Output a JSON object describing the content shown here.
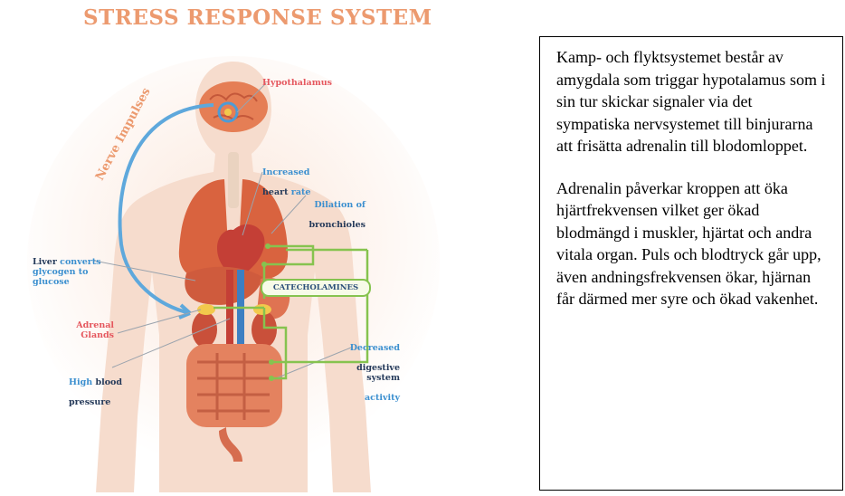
{
  "title": "STRESS RESPONSE SYSTEM",
  "labels": {
    "hypothalamus": "Hypothalamus",
    "nerve_impulses": "Nerve Impulses",
    "increased": "Increased",
    "heart_rate_dark": "heart",
    "heart_rate_rest": " rate",
    "dilation_1": "Dilation of",
    "dilation_2": "bronchioles",
    "liver_dark": "Liver",
    "liver_rest": " converts\nglycogen to\nglucose",
    "catecholamines": "CATECHOLAMINES",
    "decreased_1": "Decreased",
    "decreased_2": "digestive\nsystem",
    "decreased_3": "activity",
    "adrenal": "Adrenal\nGlands",
    "high": "High",
    "blood_pressure_1": " blood",
    "blood_pressure_2": "pressure"
  },
  "text": {
    "paragraph1": "Kamp- och flyktsystemet består av amygdala som triggar hypotalamus som i sin tur skickar signaler via det sympatiska nervsystemet till binjurarna att frisätta adrenalin till blodomloppet.",
    "paragraph2": "Adrenalin påverkar kroppen att öka hjärtfrekvensen vilket ger ökad blodmängd i muskler, hjärtat och andra vitala organ. Puls och blodtryck går upp, även andningsfrekvensen ökar, hjärnan får därmed mer syre och ökad vakenhet."
  },
  "colors": {
    "title": "#ec9a6f",
    "body_silhouette": "#f6dccd",
    "organ_red": "#d9633f",
    "blue_arrow": "#5ea8dc",
    "green_line": "#86c34f",
    "label_red": "#e5575e",
    "label_blue": "#3b8fcf",
    "label_dark": "#253a5a"
  }
}
